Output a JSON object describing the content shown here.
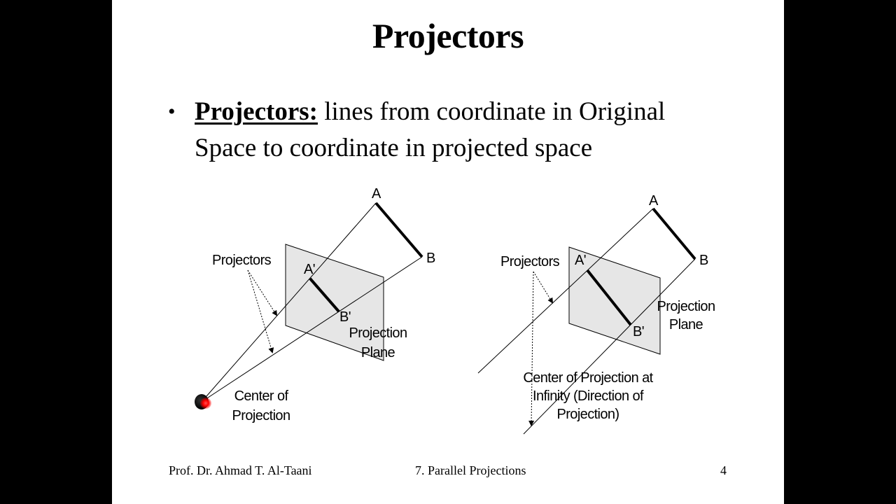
{
  "slide": {
    "title": "Projectors",
    "bullet": {
      "term": "Projectors:",
      "text": " lines from coordinate in Original Space to coordinate in projected space"
    },
    "left_diagram": {
      "point_a": "A",
      "point_b": "B",
      "point_a_prime": "A'",
      "point_b_prime": "B'",
      "projectors_label": "Projectors",
      "plane_label_line1": "Projection",
      "plane_label_line2": "Plane",
      "cop_label_line1": "Center of",
      "cop_label_line2": "Projection"
    },
    "right_diagram": {
      "point_a": "A",
      "point_b": "B",
      "point_a_prime": "A'",
      "point_b_prime": "B'",
      "projectors_label": "Projectors",
      "plane_label_line1": "Projection",
      "plane_label_line2": "Plane",
      "cop_label_line1": "Center of Projection at",
      "cop_label_line2": "Infinity (Direction of",
      "cop_label_line3": "Projection)"
    },
    "footer": {
      "author": "Prof. Dr. Ahmad T. Al-Taani",
      "chapter": "7. Parallel Projections",
      "page_number": "4"
    }
  },
  "colors": {
    "background": "#000000",
    "slide": "#ffffff",
    "plane_fill": "#e6e6e6",
    "laser_pointer": "#ff0000"
  }
}
